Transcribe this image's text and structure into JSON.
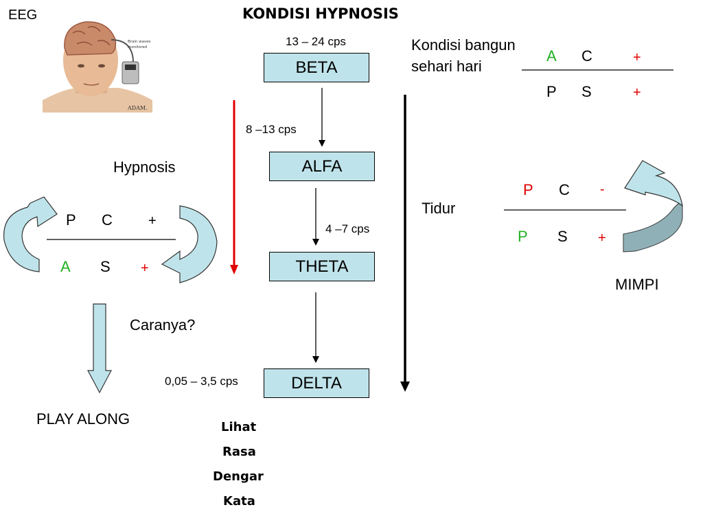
{
  "title": "KONDISI HYPNOSIS",
  "eeg_label": "EEG",
  "eeg_image": {
    "caption1": "Brain waves",
    "caption2": "monitored",
    "logo": "ADAM."
  },
  "states": [
    {
      "name": "BETA",
      "range": "13 – 24 cps"
    },
    {
      "name": "ALFA",
      "range": "8 –13 cps"
    },
    {
      "name": "THETA",
      "range": "4 –7 cps"
    },
    {
      "name": "DELTA",
      "range": "0,05 – 3,5 cps"
    }
  ],
  "left": {
    "hypnosis_label": "Hypnosis",
    "top_row": {
      "a": "P",
      "b": "C",
      "sign": "+"
    },
    "bottom_row": {
      "a": "A",
      "b": "S",
      "sign": "+"
    },
    "question": "Caranya?",
    "play_along": "PLAY ALONG"
  },
  "right": {
    "awake_label_1": "Kondisi bangun",
    "awake_label_2": "sehari hari",
    "awake_top": {
      "a": "A",
      "b": "C",
      "sign": "+"
    },
    "awake_bottom": {
      "a": "P",
      "b": "S",
      "sign": "+"
    },
    "sleep_label": "Tidur",
    "dream_top": {
      "a": "P",
      "b": "C",
      "sign": "-"
    },
    "dream_bottom": {
      "a": "P",
      "b": "S",
      "sign": "+"
    },
    "dream_label": "MIMPI"
  },
  "senses": [
    "Lihat",
    "Rasa",
    "Dengar",
    "Kata"
  ],
  "colors": {
    "box_fill": "#bfe3ea",
    "arrow_fill": "#bfe3ea",
    "red": "#e00000",
    "green": "#22b022"
  }
}
